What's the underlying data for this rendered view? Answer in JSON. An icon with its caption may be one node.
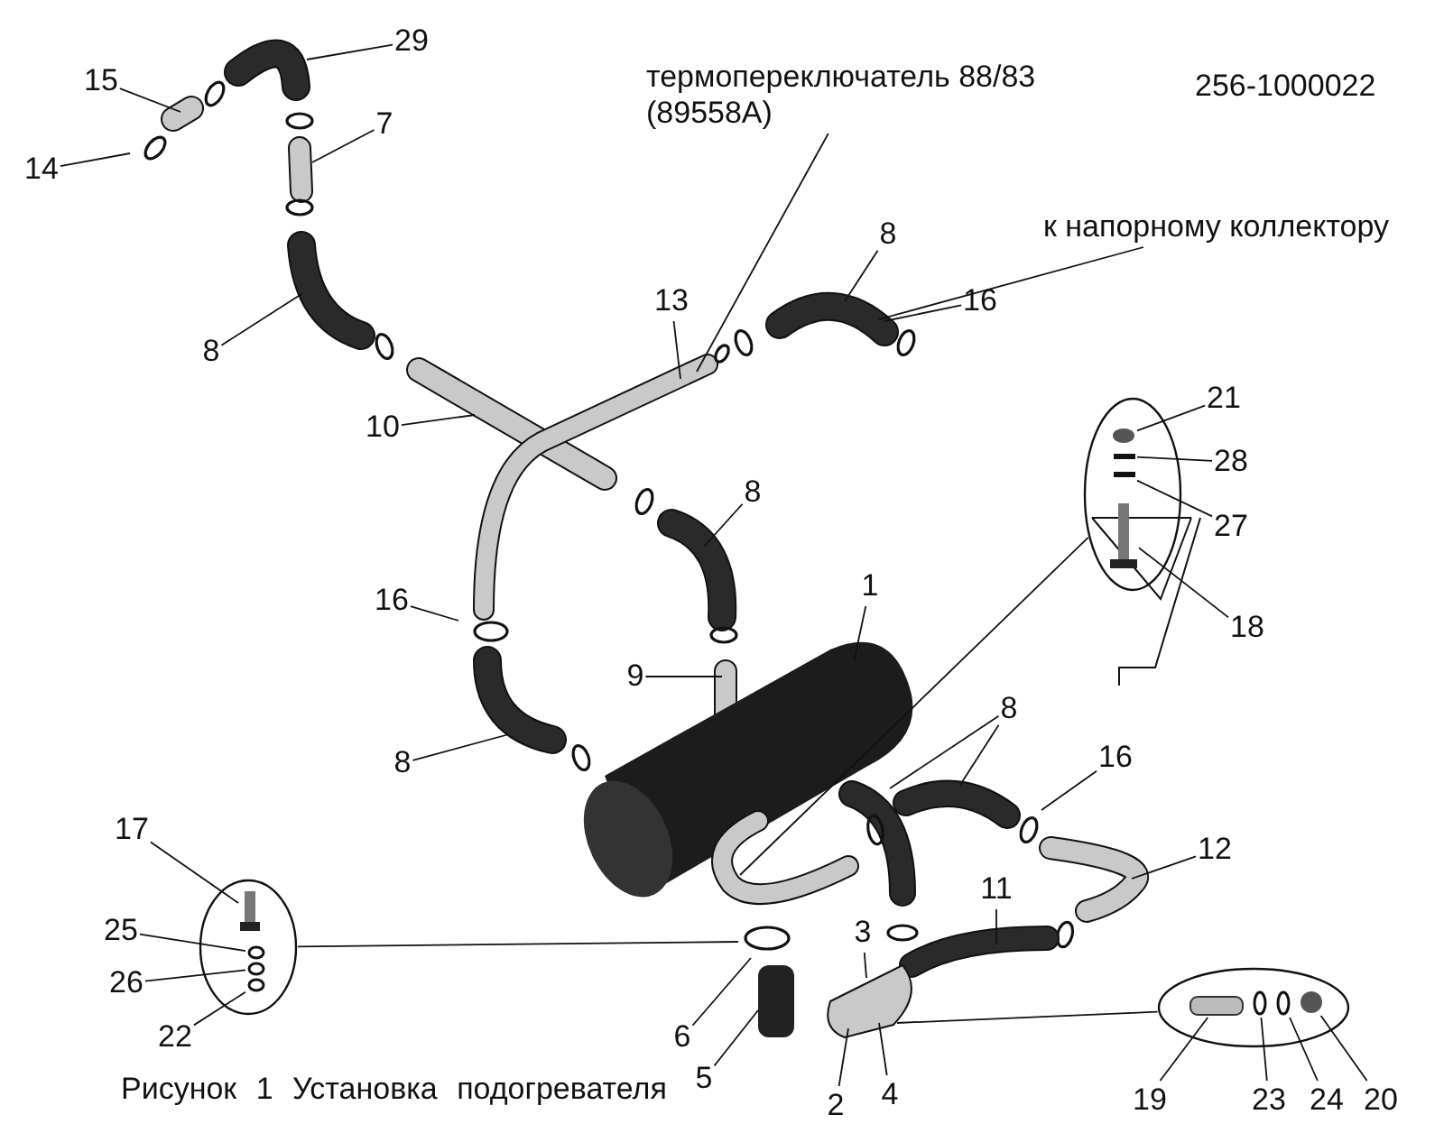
{
  "diagram": {
    "caption": "Рисунок 1 Установка подогревателя",
    "nodes": [
      {
        "text": [
          "29"
        ]
      },
      {
        "text": [
          "15"
        ]
      },
      {
        "text": [
          "термопереключатель 88/83 (89558A)"
        ]
      },
      {
        "text": [
          "7"
        ]
      },
      {
        "text": [
          "14"
        ]
      },
      {
        "text": [
          "к напорному коллектору"
        ]
      },
      {
        "text": [
          "8"
        ]
      },
      {
        "text": [
          "13"
        ]
      },
      {
        "text": [
          "16"
        ]
      },
      {
        "text": [
          "8"
        ]
      },
      {
        "text": [
          "21"
        ]
      },
      {
        "text": [],
        "shape": "ellipse"
      },
      {
        "text": [
          "10"
        ]
      },
      {
        "text": [
          "28"
        ]
      },
      {
        "text": [
          "8"
        ]
      },
      {
        "text": [
          "27"
        ]
      },
      {
        "text": [
          "1"
        ]
      },
      {
        "text": [
          "16"
        ]
      },
      {
        "text": [
          "18"
        ]
      },
      {
        "text": [
          "9"
        ]
      },
      {
        "text": [
          "8"
        ]
      },
      {
        "text": [
          "16"
        ]
      },
      {
        "text": [
          "8"
        ]
      },
      {
        "text": [
          "17"
        ]
      },
      {
        "text": [
          "12"
        ]
      },
      {
        "text": [],
        "shape": "ellipse"
      },
      {
        "text": [
          "11"
        ]
      },
      {
        "text": [
          "25"
        ]
      },
      {
        "text": [
          "3"
        ]
      },
      {
        "text": [],
        "shape": "ellipse"
      },
      {
        "text": [
          "26"
        ]
      },
      {
        "text": [
          "6"
        ]
      },
      {
        "text": [
          "22"
        ]
      },
      {
        "text": [
          "5"
        ]
      },
      {
        "text": [
          "4"
        ]
      },
      {
        "text": [
          "19"
        ]
      },
      {
        "text": [
          "23"
        ]
      },
      {
        "text": [
          "24"
        ]
      },
      {
        "text": [
          "20"
        ]
      },
      {
        "text": [
          "2"
        ]
      },
      {
        "text": [],
        "shape": "circle",
        "in": 11
      },
      {
        "text": [],
        "shape": "bar",
        "in": 11
      },
      {
        "text": [],
        "shape": "bar",
        "in": 11
      },
      {
        "text": [],
        "shape": "picture",
        "in": 11
      },
      {
        "text": [],
        "shape": "picture",
        "in": 25
      },
      {
        "text": [],
        "shape": "circle",
        "in": 25
      },
      {
        "text": [],
        "shape": "circle",
        "in": 25
      },
      {
        "text": [],
        "shape": "circle",
        "in": 25
      },
      {
        "text": [],
        "shape": "bar",
        "in": 29
      },
      {
        "text": [],
        "shape": "circle",
        "in": 29
      },
      {
        "text": [],
        "shape": "circle",
        "in": 29
      },
      {
        "text": [],
        "shape": "circle",
        "in": 29
      }
    ],
    "edges": [
      {
        "from": 0,
        "to": null,
        "arrow": "none"
      },
      {
        "from": 1,
        "to": null,
        "arrow": "none"
      },
      {
        "from": 2,
        "to": null,
        "arrow": "none"
      },
      {
        "from": 3,
        "to": null,
        "arrow": "none"
      },
      {
        "from": 4,
        "to": null,
        "arrow": "none"
      },
      {
        "from": 5,
        "to": null,
        "arrow": "none"
      },
      {
        "from": 6,
        "to": null,
        "arrow": "none"
      },
      {
        "from": 7,
        "to": null,
        "arrow": "none"
      },
      {
        "from": 8,
        "to": null,
        "arrow": "none"
      },
      {
        "from": 9,
        "to": null,
        "arrow": "none"
      },
      {
        "from": 10,
        "to": 40,
        "arrow": "none"
      },
      {
        "from": 11,
        "to": null,
        "arrow": "none"
      },
      {
        "from": 12,
        "to": null,
        "arrow": "none"
      },
      {
        "from": 13,
        "to": 41,
        "arrow": "none"
      },
      {
        "from": 14,
        "to": null,
        "arrow": "none"
      },
      {
        "from": 15,
        "to": 42,
        "arrow": "none"
      },
      {
        "from": 16,
        "to": null,
        "arrow": "none"
      },
      {
        "from": 17,
        "to": null,
        "arrow": "none"
      },
      {
        "from": 18,
        "to": 43,
        "arrow": "none"
      },
      {
        "from": 19,
        "to": null,
        "arrow": "none"
      },
      {
        "from": 20,
        "to": null,
        "arrow": "none"
      },
      {
        "from": 20,
        "to": null,
        "arrow": "none"
      },
      {
        "from": 21,
        "to": null,
        "arrow": "none"
      },
      {
        "from": 22,
        "to": null,
        "arrow": "none"
      },
      {
        "from": 23,
        "to": 44,
        "arrow": "none"
      },
      {
        "from": 24,
        "to": null,
        "arrow": "none"
      },
      {
        "from": 25,
        "to": null,
        "arrow": "none"
      },
      {
        "from": 26,
        "to": null,
        "arrow": "none"
      },
      {
        "from": 27,
        "to": 45,
        "arrow": "none"
      },
      {
        "from": 28,
        "to": null,
        "arrow": "none"
      },
      {
        "from": 29,
        "to": null,
        "arrow": "none"
      },
      {
        "from": 30,
        "to": 46,
        "arrow": "none"
      },
      {
        "from": 31,
        "to": null,
        "arrow": "none"
      },
      {
        "from": 32,
        "to": 47,
        "arrow": "none"
      },
      {
        "from": 33,
        "to": null,
        "arrow": "none"
      },
      {
        "from": 34,
        "to": null,
        "arrow": "none"
      },
      {
        "from": 35,
        "to": 48,
        "arrow": "none"
      },
      {
        "from": 36,
        "to": 49,
        "arrow": "none"
      },
      {
        "from": 37,
        "to": 50,
        "arrow": "none"
      },
      {
        "from": 38,
        "to": 51,
        "arrow": "none"
      },
      {
        "from": 39,
        "to": null,
        "arrow": "none"
      }
    ],
    "labels": [
      "256-1000022"
    ]
  }
}
